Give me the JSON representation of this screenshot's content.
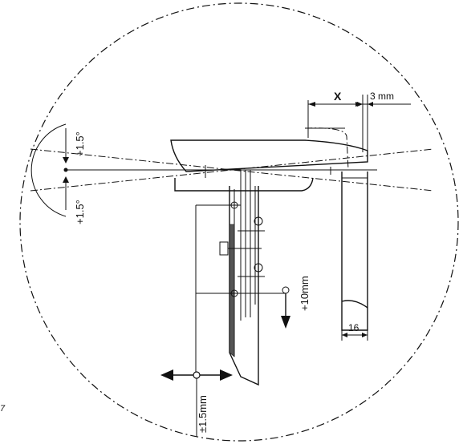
{
  "labels": {
    "angle_up": "+1.5°",
    "angle_down": "+1.5°",
    "dim_x": "X",
    "dim_gap": "3 mm",
    "vertical_travel": "+10mm",
    "horizontal_travel": "±1.5mm",
    "width": "16",
    "corner_mark": "7"
  }
}
